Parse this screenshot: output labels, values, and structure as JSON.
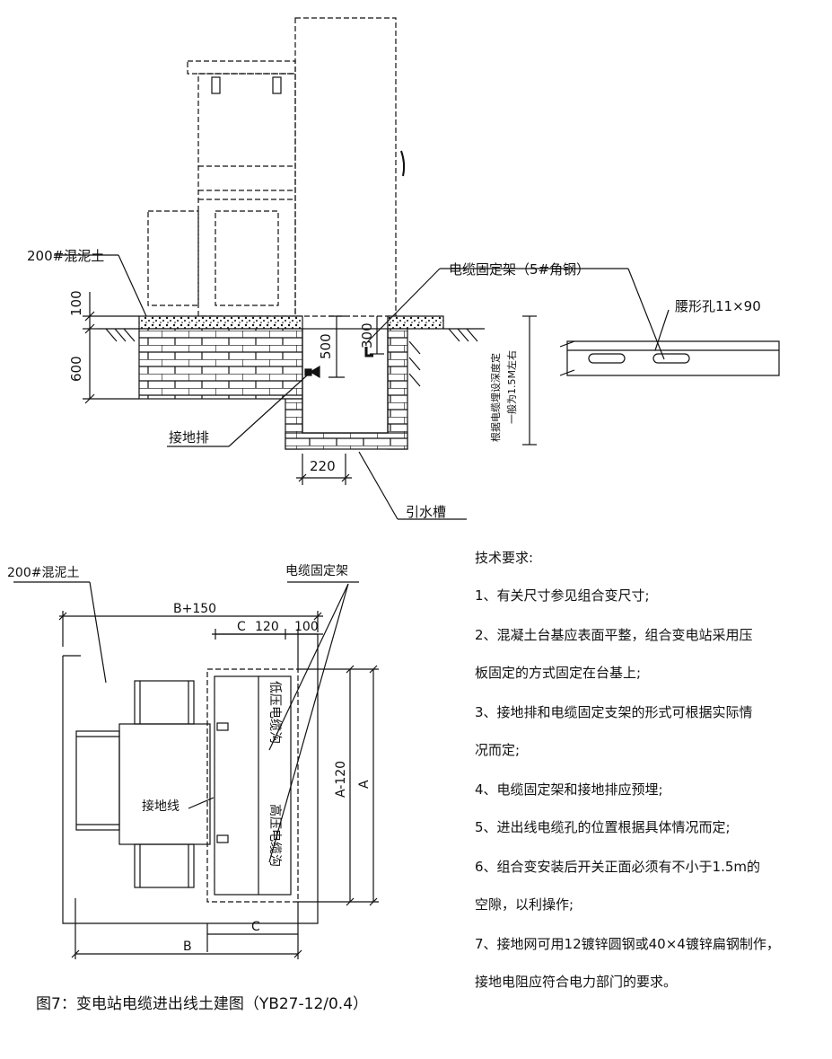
{
  "top_view": {
    "concrete_label": "200#混泥土",
    "cable_bracket_label": "电缆固定架（5#角钢）",
    "slot_hole_label": "腰形孔11×90",
    "grounding_bar_label": "接地排",
    "drain_label": "引水槽",
    "dim_100": "100",
    "dim_600": "600",
    "dim_500": "500",
    "dim_300": "300",
    "dim_220": "220",
    "depth_note_1": "根据电缆埋设深度定",
    "depth_note_2": "一般为1.5M左右"
  },
  "plan_view": {
    "concrete_label": "200#混泥土",
    "cable_bracket_label": "电缆固定架",
    "ground_wire_label": "接地线",
    "low_voltage_trench": "低压电缆沟",
    "high_voltage_trench": "高压电缆沟",
    "dim_b150": "B+150",
    "dim_c": "C",
    "dim_120": "120",
    "dim_100": "100",
    "dim_a120": "A-120",
    "dim_a": "A",
    "dim_c_bottom": "C",
    "dim_b": "B"
  },
  "requirements": {
    "title": "技术要求:",
    "lines": [
      "1、有关尺寸参见组合变尺寸;",
      "2、混凝土台基应表面平整，组合变电站采用压",
      "板固定的方式固定在台基上;",
      "3、接地排和电缆固定支架的形式可根据实际情",
      "况而定;",
      "4、电缆固定架和接地排应预埋;",
      "5、进出线电缆孔的位置根据具体情况而定;",
      "6、组合变安装后开关正面必须有不小于1.5m的",
      "空隙，以利操作;",
      "7、接地网可用12镀锌圆钢或40×4镀锌扁钢制作，",
      "接地电阻应符合电力部门的要求。"
    ]
  },
  "caption": "图7：变电站电缆进出线土建图（YB27-12/0.4）"
}
